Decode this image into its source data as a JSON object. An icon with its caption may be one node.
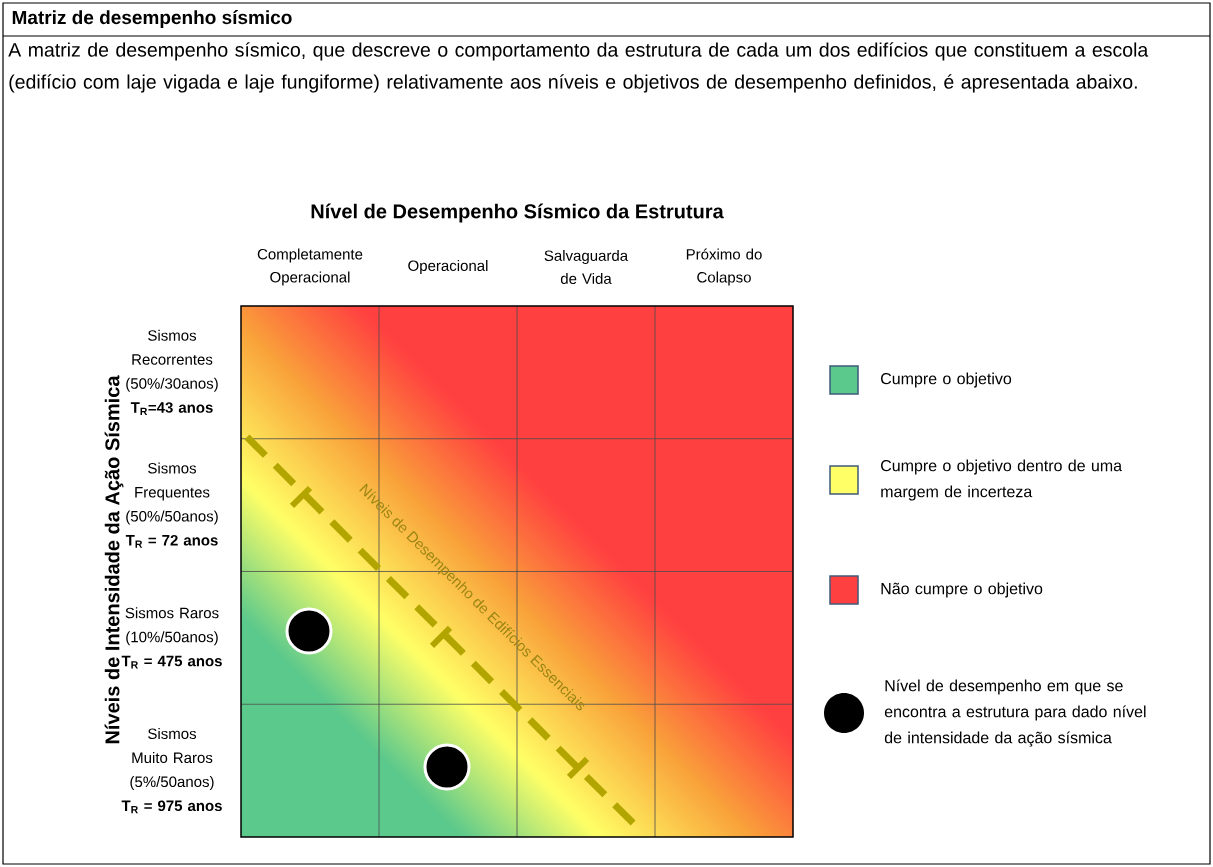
{
  "diagram": {
    "title": "Matriz de desempenho sísmico",
    "labels": [
      "A matriz de desempenho sísmico, que descreve o comportamento da estrutura de cada um dos edifícios que constituem a escola (edifício com laje vigada e laje fungiforme) relativamente aos níveis e objetivos de desempenho definidos, é apresentada abaixo.",
      "Nível de Desempenho Sísmico da Estrutura",
      "Completamente Operacional",
      "Operacional",
      "Salvaguarda de Vida",
      "Próximo do Colapso",
      "Níveis de Intensidade da Ação Sísmica",
      "Sismos Recorrentes (50%/30anos)",
      "T$_{R}$=43 anos",
      "Sismos Frequentes (50%/50anos)",
      "T$_{R}$ = 72 anos",
      "Sismos Raros (10%/50anos)",
      "T$_{R}$ = 475 anos",
      "Sismos Muito Raros (5%/50anos)",
      "T$_{R}$ = 975 anos",
      "Níveis de Desempenho de Edifícios Essenciais"
    ],
    "legend": [
      {
        "text": "Cumpre o objetivo",
        "color": "#5cc98c"
      },
      {
        "text": "Cumpre o objetivo dentro de uma margem de incerteza",
        "color": "#ffff66"
      },
      {
        "text": "Não cumpre o objetivo",
        "color": "#ff4040"
      },
      {
        "text": "Nível de desempenho em que se encontra a estrutura para dado nível de intensidade da ação sísmica"
      }
    ]
  }
}
